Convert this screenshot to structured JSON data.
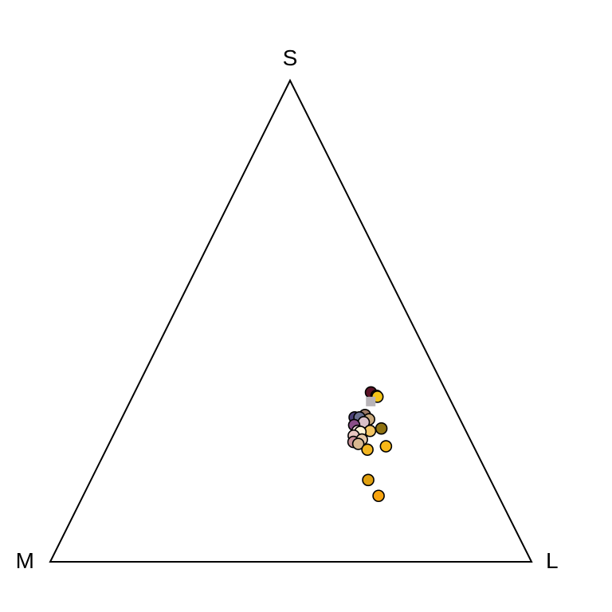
{
  "chart_data": {
    "type": "scatter",
    "coordinate_system": "ternary",
    "title": "",
    "vertex_labels": {
      "top": "S",
      "left": "M",
      "right": "L"
    },
    "grid": false,
    "legend": "none",
    "marker_outline_color": "#000000",
    "frame_color": "#000000",
    "points": [
      {
        "S": 0.352,
        "L": 0.491,
        "M": 0.157,
        "color": "#5b1226"
      },
      {
        "S": 0.345,
        "L": 0.506,
        "M": 0.149,
        "color": "#8b6a2a"
      },
      {
        "S": 0.343,
        "L": 0.509,
        "M": 0.148,
        "color": "#f5c518"
      },
      {
        "S": 0.333,
        "L": 0.5,
        "M": 0.167,
        "color": "#b8b4b8",
        "shape": "square"
      },
      {
        "S": 0.305,
        "L": 0.502,
        "M": 0.193,
        "color": "#9c7a66"
      },
      {
        "S": 0.3,
        "L": 0.483,
        "M": 0.217,
        "color": "#4a3f78"
      },
      {
        "S": 0.3,
        "L": 0.493,
        "M": 0.207,
        "color": "#6a7090"
      },
      {
        "S": 0.296,
        "L": 0.515,
        "M": 0.189,
        "color": "#c9a97c"
      },
      {
        "S": 0.29,
        "L": 0.507,
        "M": 0.203,
        "color": "#d9c0c8"
      },
      {
        "S": 0.284,
        "L": 0.49,
        "M": 0.226,
        "color": "#8a4e88"
      },
      {
        "S": 0.277,
        "L": 0.55,
        "M": 0.173,
        "color": "#8f7212"
      },
      {
        "S": 0.272,
        "L": 0.503,
        "M": 0.225,
        "color": "#f0d8d8"
      },
      {
        "S": 0.272,
        "L": 0.529,
        "M": 0.199,
        "color": "#f2c462"
      },
      {
        "S": 0.27,
        "L": 0.51,
        "M": 0.22,
        "color": "#fff4d8"
      },
      {
        "S": 0.262,
        "L": 0.5,
        "M": 0.238,
        "color": "#e8c6c0"
      },
      {
        "S": 0.249,
        "L": 0.506,
        "M": 0.245,
        "color": "#c89098"
      },
      {
        "S": 0.254,
        "L": 0.521,
        "M": 0.225,
        "color": "#e6c8a8"
      },
      {
        "S": 0.245,
        "L": 0.518,
        "M": 0.237,
        "color": "#d8b890"
      },
      {
        "S": 0.233,
        "L": 0.543,
        "M": 0.224,
        "color": "#f2b520"
      },
      {
        "S": 0.24,
        "L": 0.578,
        "M": 0.182,
        "color": "#f8b818"
      },
      {
        "S": 0.17,
        "L": 0.576,
        "M": 0.254,
        "color": "#e0a010"
      },
      {
        "S": 0.137,
        "L": 0.614,
        "M": 0.249,
        "color": "#f8a410"
      }
    ]
  }
}
